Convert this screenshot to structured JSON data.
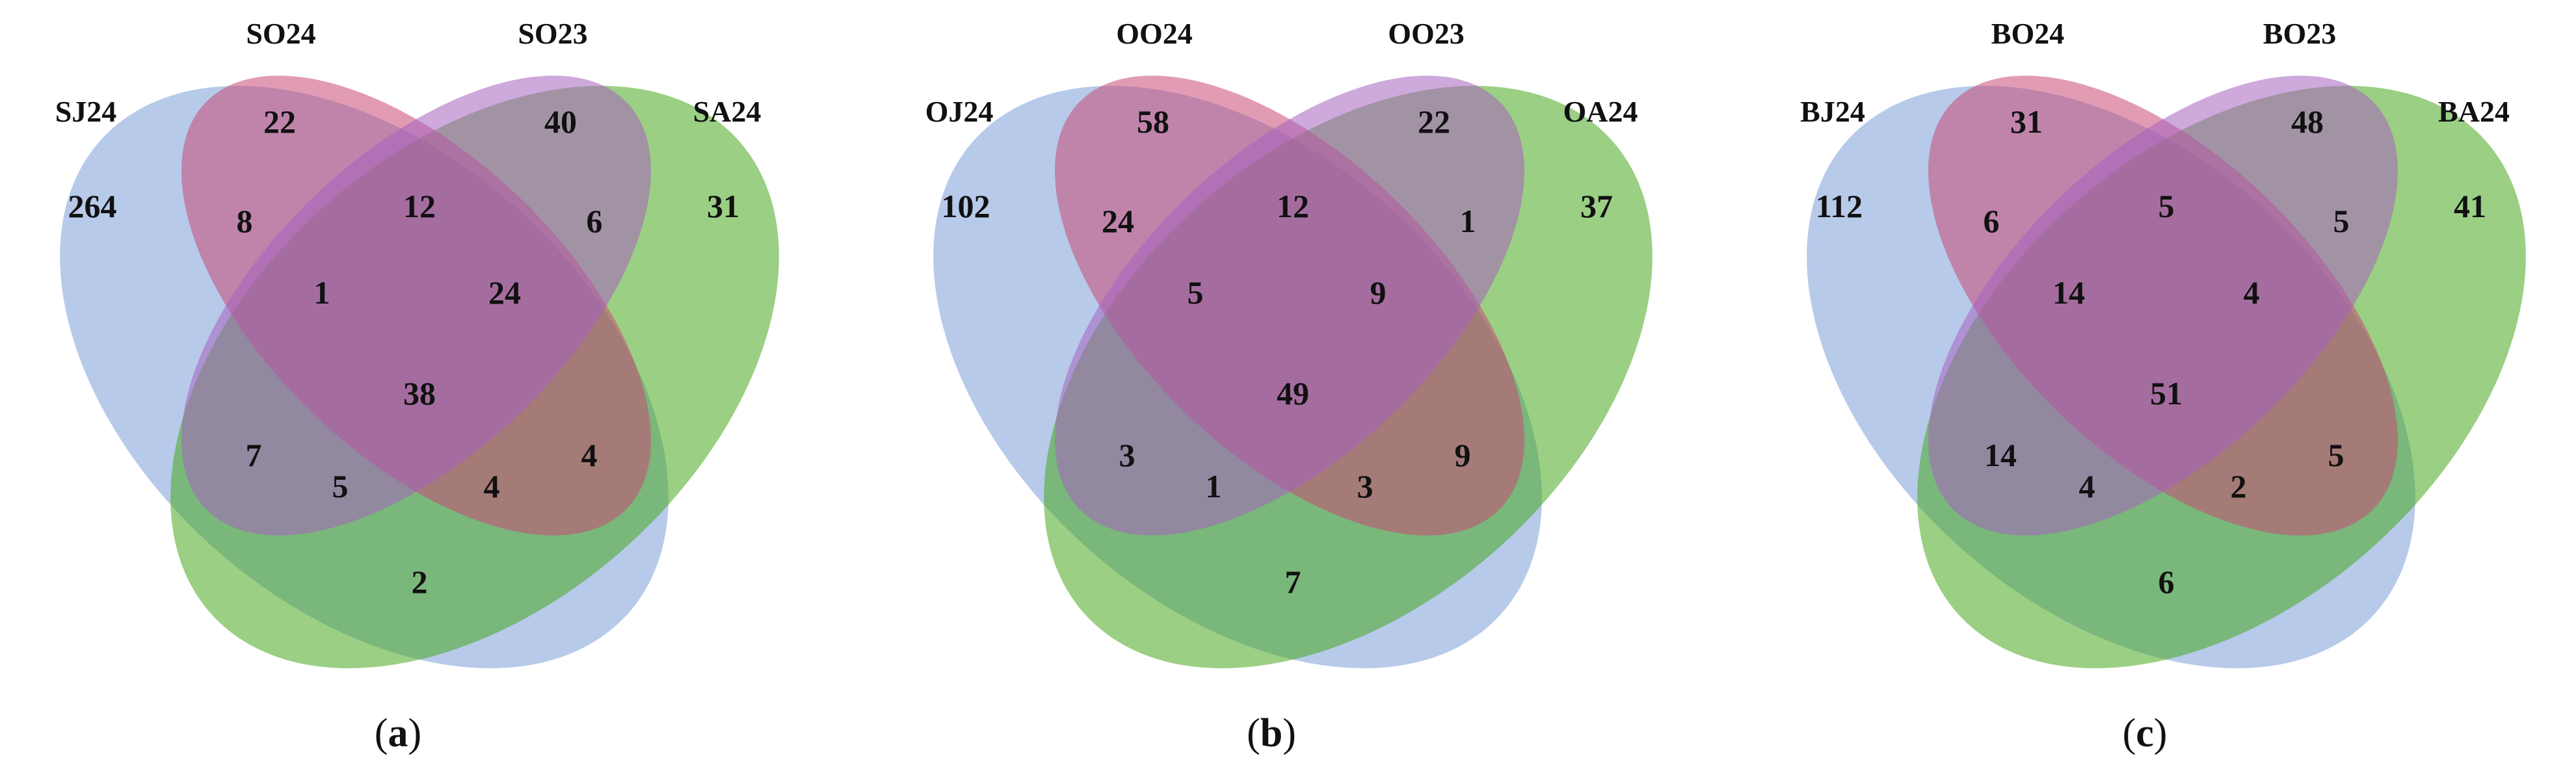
{
  "colors": {
    "set1": "#7b9ed8",
    "set2": "#c94a77",
    "set3": "#a563c0",
    "set4": "#48a81f",
    "bottom": "#5ec6b0"
  },
  "panels": [
    {
      "caption_letter": "a",
      "labels": [
        "SJ24",
        "SO24",
        "SO23",
        "SA24"
      ],
      "counts": {
        "a": "264",
        "b": "22",
        "c": "40",
        "d": "31",
        "ab": "8",
        "bc": "12",
        "cd": "6",
        "abc": "1",
        "bcd": "24",
        "abcd": "38",
        "ac": "7",
        "bd": "4",
        "acd": "5",
        "abd": "4",
        "ad": "2"
      }
    },
    {
      "caption_letter": "b",
      "labels": [
        "OJ24",
        "OO24",
        "OO23",
        "OA24"
      ],
      "counts": {
        "a": "102",
        "b": "58",
        "c": "22",
        "d": "37",
        "ab": "24",
        "bc": "12",
        "cd": "1",
        "abc": "5",
        "bcd": "9",
        "abcd": "49",
        "ac": "3",
        "bd": "9",
        "acd": "1",
        "abd": "3",
        "ad": "7"
      }
    },
    {
      "caption_letter": "c",
      "labels": [
        "BJ24",
        "BO24",
        "BO23",
        "BA24"
      ],
      "counts": {
        "a": "112",
        "b": "31",
        "c": "48",
        "d": "41",
        "ab": "6",
        "bc": "5",
        "cd": "5",
        "abc": "14",
        "bcd": "4",
        "abcd": "51",
        "ac": "14",
        "bd": "5",
        "acd": "4",
        "abd": "2",
        "ad": "6"
      }
    }
  ]
}
